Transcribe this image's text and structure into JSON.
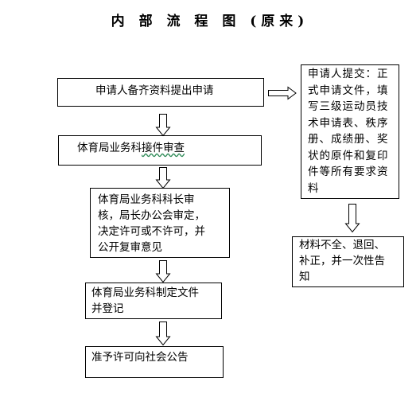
{
  "title": "内 部 流 程 图 (原来)",
  "steps": {
    "apply": "申请人备齐资料提出申请",
    "accept_prefix": "体育局业务科",
    "accept_suffix": "接件审查",
    "review": [
      "体育局业务科科长审",
      "核，局长办公会审定，",
      "决定许可或不许可，并",
      "公开复审意见"
    ],
    "document": [
      "体育局业务科制定文件",
      "并登记"
    ],
    "announce": "准予许可向社会公告"
  },
  "side": {
    "submit": [
      "申请人提交：正",
      "式申请文件，填",
      "写三级运动员技",
      "术申请表、秩序",
      "册、成绩册、奖",
      "状的原件和复印",
      "件等所有要求资",
      "料"
    ],
    "incomplete": [
      "材料不全、退回、",
      "补正，并一次性告",
      "知"
    ]
  }
}
